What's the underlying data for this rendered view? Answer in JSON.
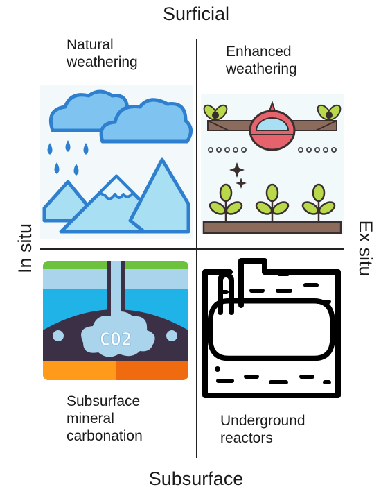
{
  "axes": {
    "top": "Surficial",
    "bottom": "Subsurface",
    "left": "In situ",
    "right": "Ex situ"
  },
  "quadrants": {
    "top_left": {
      "line1": "Natural",
      "line2": "weathering",
      "icon": "clouds-rain-mountains-icon"
    },
    "top_right": {
      "line1": "Enhanced",
      "line2": "weathering",
      "icon": "crop-duster-plane-plants-icon"
    },
    "bottom_left": {
      "line1": "Subsurface",
      "line2": "mineral",
      "line3": "carbonation",
      "icon": "underground-co2-injection-icon",
      "icon_text": "CO2"
    },
    "bottom_right": {
      "line1": "Underground",
      "line2": "reactors",
      "icon": "underground-tank-reactor-icon"
    }
  },
  "colors": {
    "cloud": "#7fc4f0",
    "outline_blue": "#2f7fcf",
    "mountain": "#a9dff3",
    "plane_body": "#e6636e",
    "plant": "#b8d94a",
    "soil": "#8b6b5c",
    "grass": "#6cc23c",
    "water": "#1fb3e8",
    "rock": "#3b3046",
    "magma": "#ff7a1a"
  }
}
